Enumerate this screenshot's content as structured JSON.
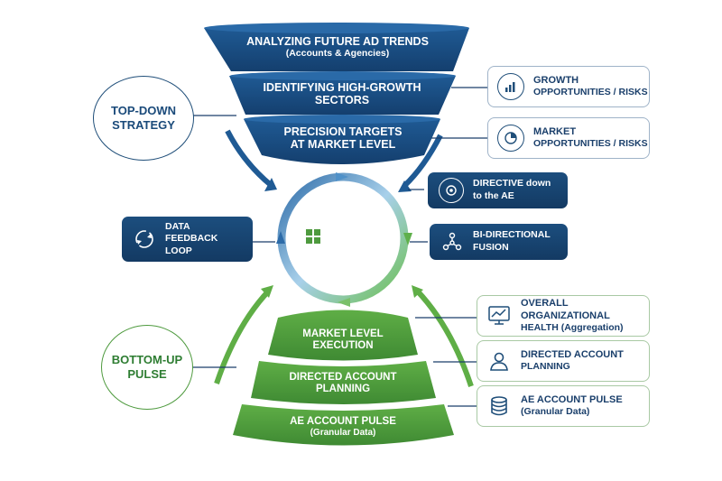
{
  "funnel_top": [
    {
      "line1": "ANALYZING FUTURE AD TRENDS",
      "line2": "(Accounts & Agencies)"
    },
    {
      "line1": "IDENTIFYING HIGH-GROWTH",
      "line2": "SECTORS"
    },
    {
      "line1": "PRECISION TARGETS",
      "line2": "AT MARKET LEVEL"
    }
  ],
  "funnel_bottom": [
    {
      "line1": "MARKET LEVEL",
      "line2": "EXECUTION"
    },
    {
      "line1": "DIRECTED ACCOUNT",
      "line2": "PLANNING"
    },
    {
      "line1": "AE ACCOUNT PULSE",
      "line2": "(Granular Data)"
    }
  ],
  "top_down": {
    "line1": "TOP-DOWN",
    "line2": "STRATEGY"
  },
  "bottom_up": {
    "line1": "BOTTOM-UP",
    "line2": "PULSE"
  },
  "right_top_cards": [
    {
      "line1": "GROWTH",
      "line2": "OPPORTUNITIES / RISKS",
      "icon": "bar-chart-icon"
    },
    {
      "line1": "MARKET",
      "line2": "OPPORTUNITIES / RISKS",
      "icon": "pie-chart-icon"
    }
  ],
  "directive": {
    "line1": "DIRECTIVE down",
    "line2": "to the AE",
    "icon": "target-icon"
  },
  "bidirectional": {
    "line1": "BI-DIRECTIONAL",
    "line2": "FUSION",
    "icon": "network-icon"
  },
  "feedback": {
    "line1": "DATA",
    "line2": "FEEDBACK",
    "line3": "LOOP",
    "icon": "refresh-icon"
  },
  "right_bottom_cards": [
    {
      "line1": "OVERALL ORGANIZATIONAL",
      "line2": "HEALTH (Aggregation)",
      "icon": "monitor-chart-icon"
    },
    {
      "line1": "DIRECTED ACCOUNT",
      "line2": "PLANNING",
      "icon": "user-icon"
    },
    {
      "line1": "AE ACCOUNT PULSE",
      "line2": "(Granular Data)",
      "icon": "database-icon"
    }
  ],
  "colors": {
    "navy": "#1a4a7a",
    "green": "#4e9a3e",
    "card_text": "#1a3f6b"
  }
}
